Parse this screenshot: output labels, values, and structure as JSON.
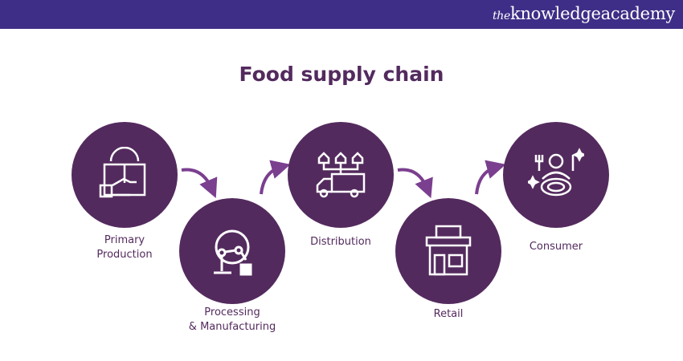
{
  "brand": {
    "prefix": "the",
    "name": "knowledgeacademy"
  },
  "title": "Food supply chain",
  "steps": [
    {
      "label_line1": "Primary",
      "label_line2": "Production",
      "icon": "box-hand-gear-icon"
    },
    {
      "label_line1": "Processing",
      "label_line2": "& Manufacturing",
      "icon": "robot-arm-gear-icon"
    },
    {
      "label_line1": "Distribution",
      "label_line2": "",
      "icon": "delivery-truck-icon"
    },
    {
      "label_line1": "Retail",
      "label_line2": "",
      "icon": "store-icon"
    },
    {
      "label_line1": "Consumer",
      "label_line2": "",
      "icon": "dining-person-icon"
    }
  ],
  "colors": {
    "header": "#3f2e87",
    "circle": "#532a5e",
    "arrow": "#7b3f8f",
    "text": "#532a5e"
  }
}
